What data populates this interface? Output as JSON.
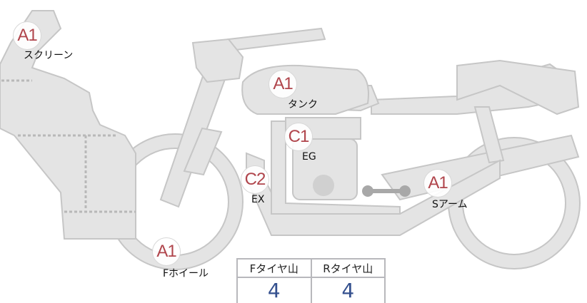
{
  "parts": [
    {
      "grade": "A1",
      "label": "スクリーン"
    },
    {
      "grade": "A1",
      "label": "タンク"
    },
    {
      "grade": "C1",
      "label": "EG"
    },
    {
      "grade": "C2",
      "label": "EX"
    },
    {
      "grade": "A1",
      "label": "Sアーム"
    },
    {
      "grade": "A1",
      "label": "Fホイール"
    }
  ],
  "tread_table": {
    "headers": [
      "Fタイヤ山",
      "Rタイヤ山"
    ],
    "values": [
      "4",
      "4"
    ]
  },
  "colors": {
    "grade": "#b0454c",
    "value": "#34508e",
    "part_fill": "#e4e4e4",
    "part_stroke": "#c6c6c6"
  }
}
